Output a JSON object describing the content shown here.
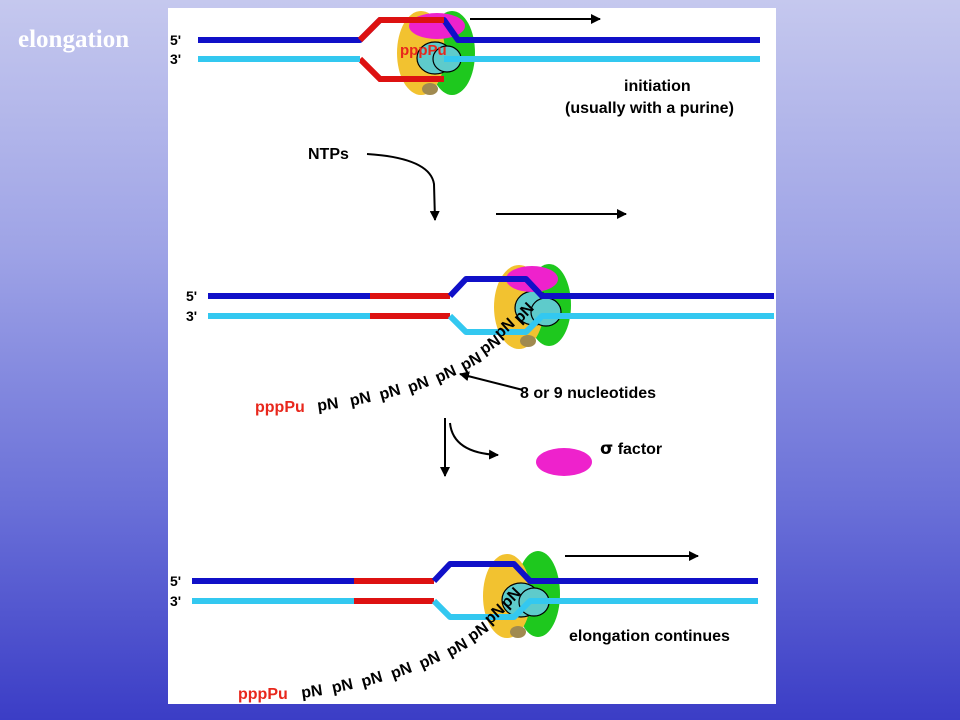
{
  "slide_title": "elongation",
  "colors": {
    "coding_strand": "#1010c8",
    "template_strand": "#33c8f0",
    "rna_dna_hybrid": "#dd1111",
    "sigma_factor": "#ee22cc",
    "polymerase_yellow": "#f2c230",
    "polymerase_green": "#1ec81e",
    "polymerase_teal": "#5ecbcb",
    "omega_subunit": "#a08a50",
    "rna_5prime": "#e8271c"
  },
  "stage1": {
    "five_prime": "5'",
    "three_prime": "3'",
    "nascent_rna": "pppPu",
    "caption_line1": "initiation",
    "caption_line2": "(usually with a purine)"
  },
  "ntps_label": "NTPs",
  "stage2": {
    "five_prime": "5'",
    "three_prime": "3'",
    "rna_5prime": "pppPu",
    "rna_units": [
      "pN",
      "pN",
      "pN",
      "pN",
      "pN",
      "pN",
      "pN",
      "pN",
      "pN"
    ],
    "callout": "8 or 9 nucleotides"
  },
  "sigma_release": {
    "symbol": "σ",
    "label": "factor"
  },
  "stage3": {
    "five_prime": "5'",
    "three_prime": "3'",
    "rna_5prime": "pppPu",
    "rna_units": [
      "pN",
      "pN",
      "pN",
      "pN",
      "pN",
      "pN",
      "pN",
      "pN",
      "pN"
    ],
    "caption": "elongation continues"
  }
}
